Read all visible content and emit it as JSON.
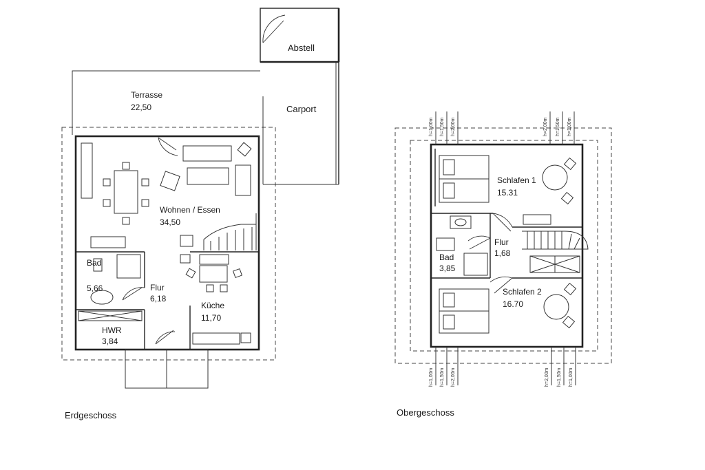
{
  "ground_floor": {
    "title": "Erdgeschoss",
    "rooms": {
      "abstell": {
        "name": "Abstell"
      },
      "terrasse": {
        "name": "Terrasse",
        "area": "22,50"
      },
      "carport": {
        "name": "Carport"
      },
      "wohnen": {
        "name": "Wohnen / Essen",
        "area": "34,50"
      },
      "bad": {
        "name": "Bad",
        "area": "5,66"
      },
      "flur": {
        "name": "Flur",
        "area": "6,18"
      },
      "kueche": {
        "name": "Küche",
        "area": "11,70"
      },
      "hwr": {
        "name": "HWR",
        "area": "3,84"
      }
    }
  },
  "upper_floor": {
    "title": "Obergeschoss",
    "rooms": {
      "schlafen1": {
        "name": "Schlafen 1",
        "area": "15.31"
      },
      "flur": {
        "name": "Flur",
        "area": "1,68"
      },
      "bad": {
        "name": "Bad",
        "area": "3,85"
      },
      "schlafen2": {
        "name": "Schlafen 2",
        "area": "16.70"
      }
    },
    "height_marks_top": [
      "h=1,00m",
      "h=1,50m",
      "h=2,00m",
      "h=2,00m",
      "h=1,50m",
      "h=1,00m"
    ],
    "height_marks_bottom": [
      "h=1,00m",
      "h=1,50m",
      "h=2,00m",
      "h=2,00m",
      "h=1,50m",
      "h=1,00m"
    ]
  }
}
